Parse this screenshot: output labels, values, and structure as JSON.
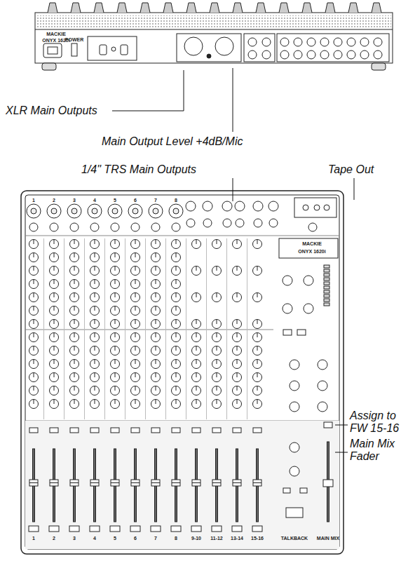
{
  "diagram": {
    "labels": [
      "XLR Main Outputs",
      "Main Output Level +4dB/Mic",
      "1/4\" TRS Main Outputs",
      "Tape Out",
      "Assign to FW 15-16",
      "Main Mix Fader",
      "MACKIE",
      "ONYX 1620i",
      "POWER",
      "MACKIE",
      "ONYX 1620i",
      "1",
      "2",
      "3",
      "4",
      "5",
      "6",
      "7",
      "8",
      "1",
      "2",
      "3",
      "4",
      "5",
      "6",
      "7",
      "8",
      "9-10",
      "11-12",
      "13-14",
      "15-16",
      "TALKBACK",
      "MAIN MIX"
    ]
  }
}
